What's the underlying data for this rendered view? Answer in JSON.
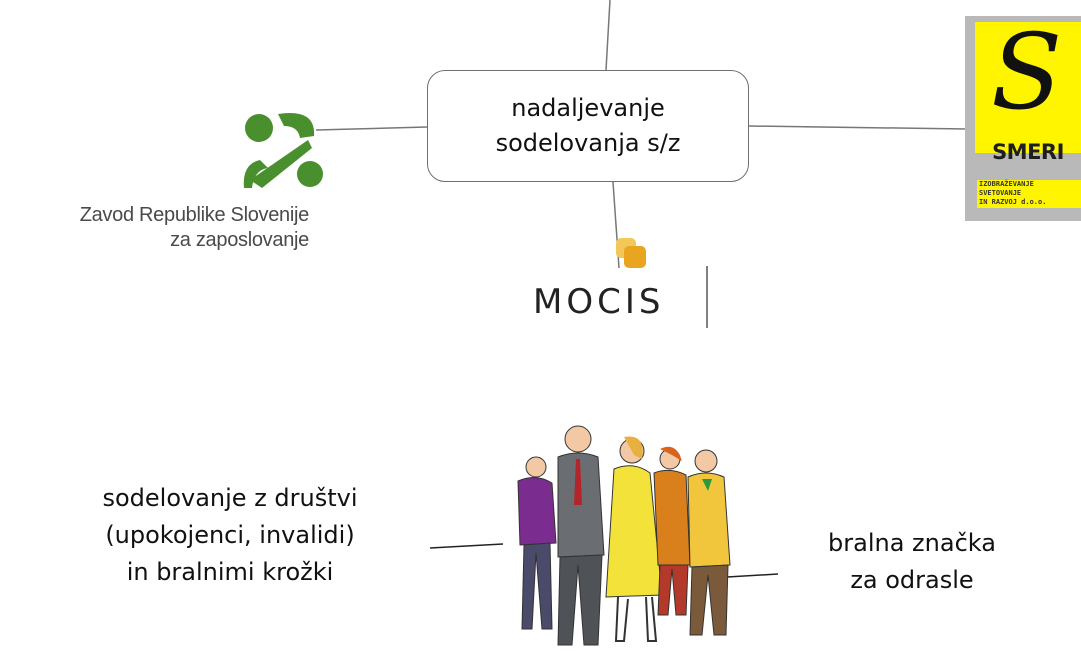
{
  "center_node": {
    "lines": [
      "nadaljevanje",
      "sodelovanja s/z"
    ]
  },
  "zrss": {
    "line1": "Zavod Republike Slovenije",
    "line2": "za zaposlovanje",
    "icon": "zrss-logo-icon",
    "color": "#4a8f2e"
  },
  "smeri": {
    "name": "SMERI",
    "desc1": "IZOBRAŽEVANJE",
    "desc2": "SVETOVANJE",
    "desc3": "IN RAZVOJ d.o.o.",
    "color": "#fff500"
  },
  "mocis": {
    "label": "MOCIS",
    "icon": "mocis-logo-icon",
    "color": "#e9a520"
  },
  "left_text": {
    "lines": [
      "sodelovanje z društvi",
      "(upokojenci, invalidi)",
      "in bralnimi krožki"
    ]
  },
  "right_text": {
    "lines": [
      "bralna značka",
      "za odrasle"
    ]
  },
  "illustration": {
    "icon": "group-of-people-icon"
  }
}
